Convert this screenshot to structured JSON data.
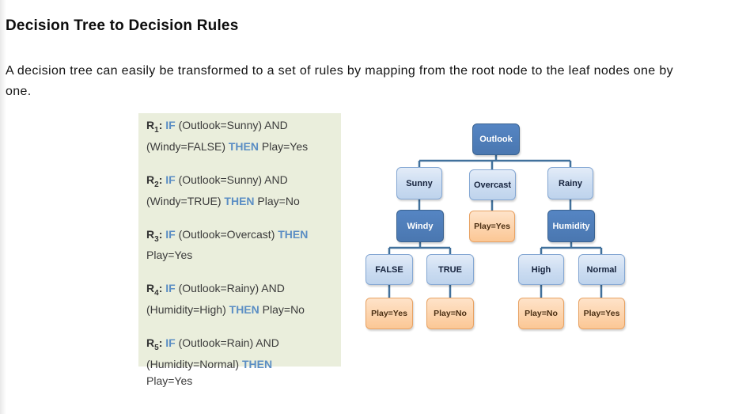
{
  "page": {
    "title": "Decision Tree to Decision Rules",
    "body_line1": "A decision tree can easily be transformed to a set of rules by mapping from the root node to the leaf nodes one by",
    "body_line2": "one."
  },
  "rules_panel": {
    "bg_color": "#eaeedc",
    "keyword_color": "#5b8ec4",
    "rule_prefix": "R",
    "colon": ":",
    "kw_if": "IF",
    "kw_then": "THEN",
    "rules": [
      {
        "sub": "1",
        "cond1": "(Outlook=Sunny) AND",
        "cond2": "(Windy=FALSE)",
        "result": "Play=Yes"
      },
      {
        "sub": "2",
        "cond1": "(Outlook=Sunny) AND",
        "cond2": "(Windy=TRUE)",
        "result": "Play=No"
      },
      {
        "sub": "3",
        "cond1": "(Outlook=Overcast)",
        "result": "Play=Yes"
      },
      {
        "sub": "4",
        "cond1": "(Outlook=Rainy) AND",
        "cond2": "(Humidity=High)",
        "result": "Play=No"
      },
      {
        "sub": "5",
        "cond1": "(Outlook=Rain) AND",
        "cond2": "(Humidity=Normal)",
        "result": "Play=Yes"
      }
    ]
  },
  "tree": {
    "colors": {
      "decision_node": "#4d7cb8",
      "value_node": "#cfdff3",
      "leaf_node": "#fbcf9e",
      "connector": "#41719c"
    },
    "nodes": {
      "outlook": {
        "label": "Outlook",
        "type": "decision"
      },
      "sunny": {
        "label": "Sunny",
        "type": "value"
      },
      "overcast": {
        "label": "Overcast",
        "type": "value"
      },
      "rainy": {
        "label": "Rainy",
        "type": "value"
      },
      "windy": {
        "label": "Windy",
        "type": "decision"
      },
      "play_overcast": {
        "label": "Play=Yes",
        "type": "leaf"
      },
      "humidity": {
        "label": "Humidity",
        "type": "decision"
      },
      "false": {
        "label": "FALSE",
        "type": "value"
      },
      "true": {
        "label": "TRUE",
        "type": "value"
      },
      "high": {
        "label": "High",
        "type": "value"
      },
      "normal": {
        "label": "Normal",
        "type": "value"
      },
      "play_false": {
        "label": "Play=Yes",
        "type": "leaf"
      },
      "play_true": {
        "label": "Play=No",
        "type": "leaf"
      },
      "play_high": {
        "label": "Play=No",
        "type": "leaf"
      },
      "play_normal": {
        "label": "Play=Yes",
        "type": "leaf"
      }
    },
    "edges": [
      [
        "outlook",
        "sunny"
      ],
      [
        "outlook",
        "overcast"
      ],
      [
        "outlook",
        "rainy"
      ],
      [
        "sunny",
        "windy"
      ],
      [
        "overcast",
        "play_overcast"
      ],
      [
        "rainy",
        "humidity"
      ],
      [
        "windy",
        "false"
      ],
      [
        "windy",
        "true"
      ],
      [
        "humidity",
        "high"
      ],
      [
        "humidity",
        "normal"
      ],
      [
        "false",
        "play_false"
      ],
      [
        "true",
        "play_true"
      ],
      [
        "high",
        "play_high"
      ],
      [
        "normal",
        "play_normal"
      ]
    ]
  }
}
